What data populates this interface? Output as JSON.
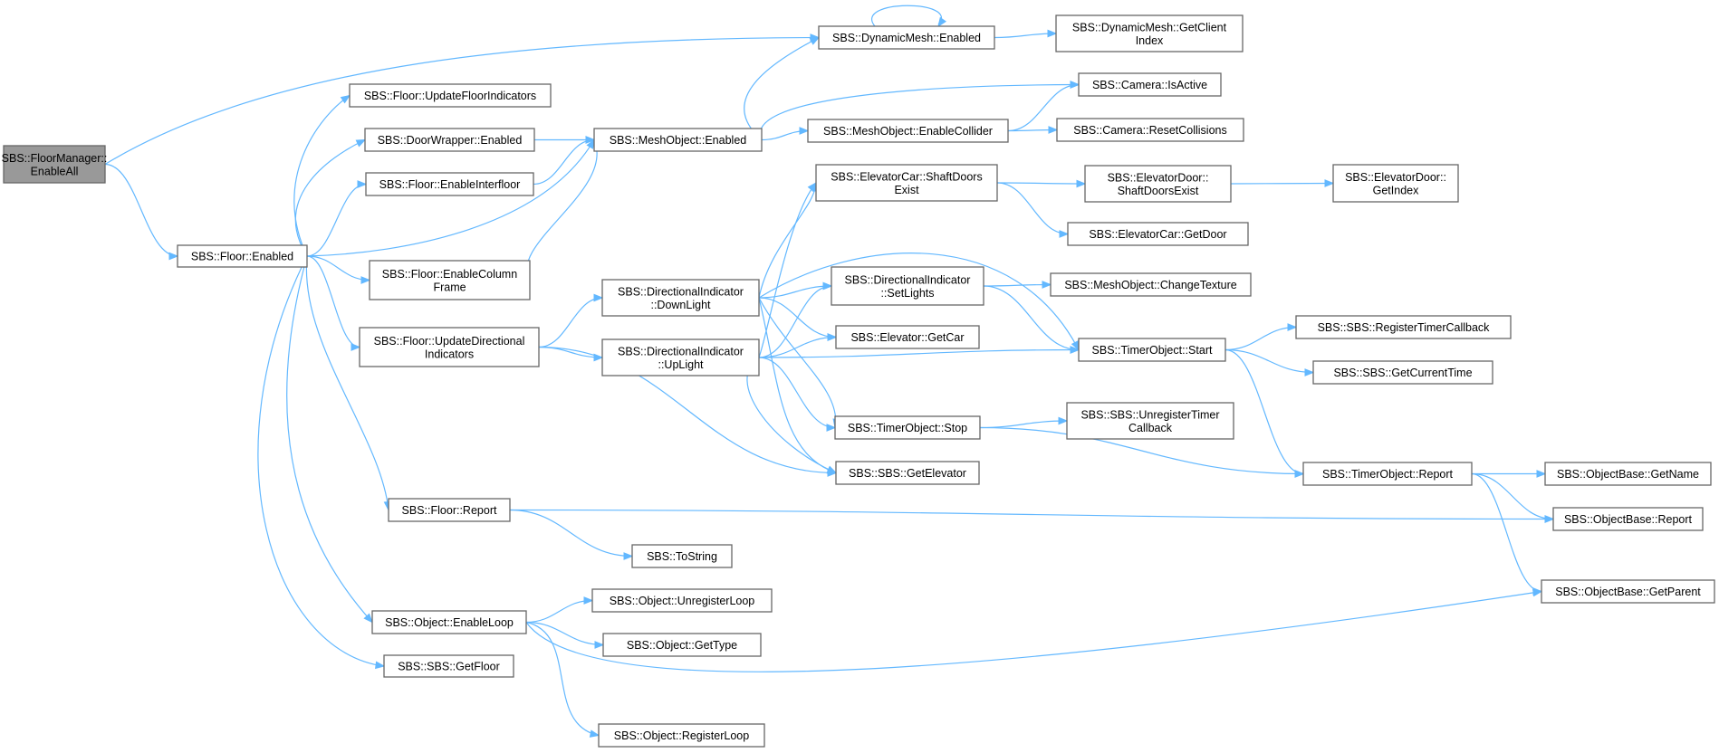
{
  "graph": {
    "edge_color": "#63b8ff",
    "root_fill": "#999999",
    "nodes": [
      {
        "id": "fm_enableall",
        "lines": [
          "SBS::FloorManager::",
          "EnableAll"
        ],
        "root": true
      },
      {
        "id": "floor_enabled",
        "lines": [
          "SBS::Floor::Enabled"
        ]
      },
      {
        "id": "floor_updatefloorindicators",
        "lines": [
          "SBS::Floor::UpdateFloorIndicators"
        ]
      },
      {
        "id": "doorwrapper_enabled",
        "lines": [
          "SBS::DoorWrapper::Enabled"
        ]
      },
      {
        "id": "floor_enableinterfloor",
        "lines": [
          "SBS::Floor::EnableInterfloor"
        ]
      },
      {
        "id": "floor_enablecolumnframe",
        "lines": [
          "SBS::Floor::EnableColumn",
          "Frame"
        ]
      },
      {
        "id": "floor_updatedirectionalindicators",
        "lines": [
          "SBS::Floor::UpdateDirectional",
          "Indicators"
        ]
      },
      {
        "id": "floor_report",
        "lines": [
          "SBS::Floor::Report"
        ]
      },
      {
        "id": "object_enableloop",
        "lines": [
          "SBS::Object::EnableLoop"
        ]
      },
      {
        "id": "sbs_getfloor",
        "lines": [
          "SBS::SBS::GetFloor"
        ]
      },
      {
        "id": "dynamicmesh_enabled",
        "lines": [
          "SBS::DynamicMesh::Enabled"
        ]
      },
      {
        "id": "meshobject_enabled",
        "lines": [
          "SBS::MeshObject::Enabled"
        ]
      },
      {
        "id": "di_downlight",
        "lines": [
          "SBS::DirectionalIndicator",
          "::DownLight"
        ]
      },
      {
        "id": "di_uplight",
        "lines": [
          "SBS::DirectionalIndicator",
          "::UpLight"
        ]
      },
      {
        "id": "tostring",
        "lines": [
          "SBS::ToString"
        ]
      },
      {
        "id": "object_unregisterloop",
        "lines": [
          "SBS::Object::UnregisterLoop"
        ]
      },
      {
        "id": "object_gettype",
        "lines": [
          "SBS::Object::GetType"
        ]
      },
      {
        "id": "object_registerloop",
        "lines": [
          "SBS::Object::RegisterLoop"
        ]
      },
      {
        "id": "meshobject_enablecollider",
        "lines": [
          "SBS::MeshObject::EnableCollider"
        ]
      },
      {
        "id": "elevatorcar_shaftdoorsexist",
        "lines": [
          "SBS::ElevatorCar::ShaftDoors",
          "Exist"
        ]
      },
      {
        "id": "di_setlights",
        "lines": [
          "SBS::DirectionalIndicator",
          "::SetLights"
        ]
      },
      {
        "id": "elevator_getcar",
        "lines": [
          "SBS::Elevator::GetCar"
        ]
      },
      {
        "id": "timerobject_stop",
        "lines": [
          "SBS::TimerObject::Stop"
        ]
      },
      {
        "id": "sbs_getelevator",
        "lines": [
          "SBS::SBS::GetElevator"
        ]
      },
      {
        "id": "dynamicmesh_getclientindex",
        "lines": [
          "SBS::DynamicMesh::GetClient",
          "Index"
        ]
      },
      {
        "id": "camera_isactive",
        "lines": [
          "SBS::Camera::IsActive"
        ]
      },
      {
        "id": "camera_resetcollisions",
        "lines": [
          "SBS::Camera::ResetCollisions"
        ]
      },
      {
        "id": "elevatordoor_shaftdoorsexist",
        "lines": [
          "SBS::ElevatorDoor::",
          "ShaftDoorsExist"
        ]
      },
      {
        "id": "elevatorcar_getdoor",
        "lines": [
          "SBS::ElevatorCar::GetDoor"
        ]
      },
      {
        "id": "meshobject_changetexture",
        "lines": [
          "SBS::MeshObject::ChangeTexture"
        ]
      },
      {
        "id": "timerobject_start",
        "lines": [
          "SBS::TimerObject::Start"
        ]
      },
      {
        "id": "sbs_unregistertimercallback",
        "lines": [
          "SBS::SBS::UnregisterTimer",
          "Callback"
        ]
      },
      {
        "id": "elevatordoor_getindex",
        "lines": [
          "SBS::ElevatorDoor::",
          "GetIndex"
        ]
      },
      {
        "id": "sbs_registertimercallback",
        "lines": [
          "SBS::SBS::RegisterTimerCallback"
        ]
      },
      {
        "id": "sbs_getcurrenttime",
        "lines": [
          "SBS::SBS::GetCurrentTime"
        ]
      },
      {
        "id": "timerobject_report",
        "lines": [
          "SBS::TimerObject::Report"
        ]
      },
      {
        "id": "objectbase_getname",
        "lines": [
          "SBS::ObjectBase::GetName"
        ]
      },
      {
        "id": "objectbase_report",
        "lines": [
          "SBS::ObjectBase::Report"
        ]
      },
      {
        "id": "objectbase_getparent",
        "lines": [
          "SBS::ObjectBase::GetParent"
        ]
      }
    ],
    "edges": [
      [
        "fm_enableall",
        "dynamicmesh_enabled"
      ],
      [
        "fm_enableall",
        "floor_enabled"
      ],
      [
        "floor_enabled",
        "floor_updatefloorindicators"
      ],
      [
        "floor_enabled",
        "doorwrapper_enabled"
      ],
      [
        "floor_enabled",
        "floor_enableinterfloor"
      ],
      [
        "floor_enabled",
        "meshobject_enabled"
      ],
      [
        "floor_enabled",
        "floor_enablecolumnframe"
      ],
      [
        "floor_enabled",
        "floor_updatedirectionalindicators"
      ],
      [
        "floor_enabled",
        "floor_report"
      ],
      [
        "floor_enabled",
        "object_enableloop"
      ],
      [
        "floor_enabled",
        "sbs_getfloor"
      ],
      [
        "doorwrapper_enabled",
        "meshobject_enabled"
      ],
      [
        "floor_enableinterfloor",
        "meshobject_enabled"
      ],
      [
        "floor_enablecolumnframe",
        "meshobject_enabled"
      ],
      [
        "floor_updatedirectionalindicators",
        "di_downlight"
      ],
      [
        "floor_updatedirectionalindicators",
        "di_uplight"
      ],
      [
        "floor_updatedirectionalindicators",
        "sbs_getelevator"
      ],
      [
        "floor_report",
        "tostring"
      ],
      [
        "floor_report",
        "objectbase_report"
      ],
      [
        "object_enableloop",
        "object_unregisterloop"
      ],
      [
        "object_enableloop",
        "object_gettype"
      ],
      [
        "object_enableloop",
        "object_registerloop"
      ],
      [
        "object_enableloop",
        "objectbase_getparent"
      ],
      [
        "dynamicmesh_enabled",
        "dynamicmesh_enabled"
      ],
      [
        "dynamicmesh_enabled",
        "dynamicmesh_getclientindex"
      ],
      [
        "meshobject_enabled",
        "dynamicmesh_enabled"
      ],
      [
        "meshobject_enabled",
        "camera_isactive"
      ],
      [
        "meshobject_enabled",
        "meshobject_enablecollider"
      ],
      [
        "meshobject_enablecollider",
        "camera_isactive"
      ],
      [
        "meshobject_enablecollider",
        "camera_resetcollisions"
      ],
      [
        "di_downlight",
        "elevatorcar_shaftdoorsexist"
      ],
      [
        "di_downlight",
        "timerobject_start"
      ],
      [
        "di_downlight",
        "di_setlights"
      ],
      [
        "di_downlight",
        "elevator_getcar"
      ],
      [
        "di_downlight",
        "timerobject_stop"
      ],
      [
        "di_downlight",
        "sbs_getelevator"
      ],
      [
        "di_uplight",
        "elevatorcar_shaftdoorsexist"
      ],
      [
        "di_uplight",
        "di_setlights"
      ],
      [
        "di_uplight",
        "elevator_getcar"
      ],
      [
        "di_uplight",
        "timerobject_start"
      ],
      [
        "di_uplight",
        "timerobject_stop"
      ],
      [
        "di_uplight",
        "sbs_getelevator"
      ],
      [
        "elevatorcar_shaftdoorsexist",
        "elevatordoor_shaftdoorsexist"
      ],
      [
        "elevatorcar_shaftdoorsexist",
        "elevatorcar_getdoor"
      ],
      [
        "elevatordoor_shaftdoorsexist",
        "elevatordoor_getindex"
      ],
      [
        "di_setlights",
        "meshobject_changetexture"
      ],
      [
        "di_setlights",
        "timerobject_start"
      ],
      [
        "timerobject_stop",
        "sbs_unregistertimercallback"
      ],
      [
        "timerobject_stop",
        "timerobject_report"
      ],
      [
        "timerobject_start",
        "sbs_registertimercallback"
      ],
      [
        "timerobject_start",
        "sbs_getcurrenttime"
      ],
      [
        "timerobject_start",
        "timerobject_report"
      ],
      [
        "timerobject_report",
        "objectbase_getname"
      ],
      [
        "timerobject_report",
        "objectbase_report"
      ],
      [
        "timerobject_report",
        "objectbase_getparent"
      ]
    ]
  }
}
